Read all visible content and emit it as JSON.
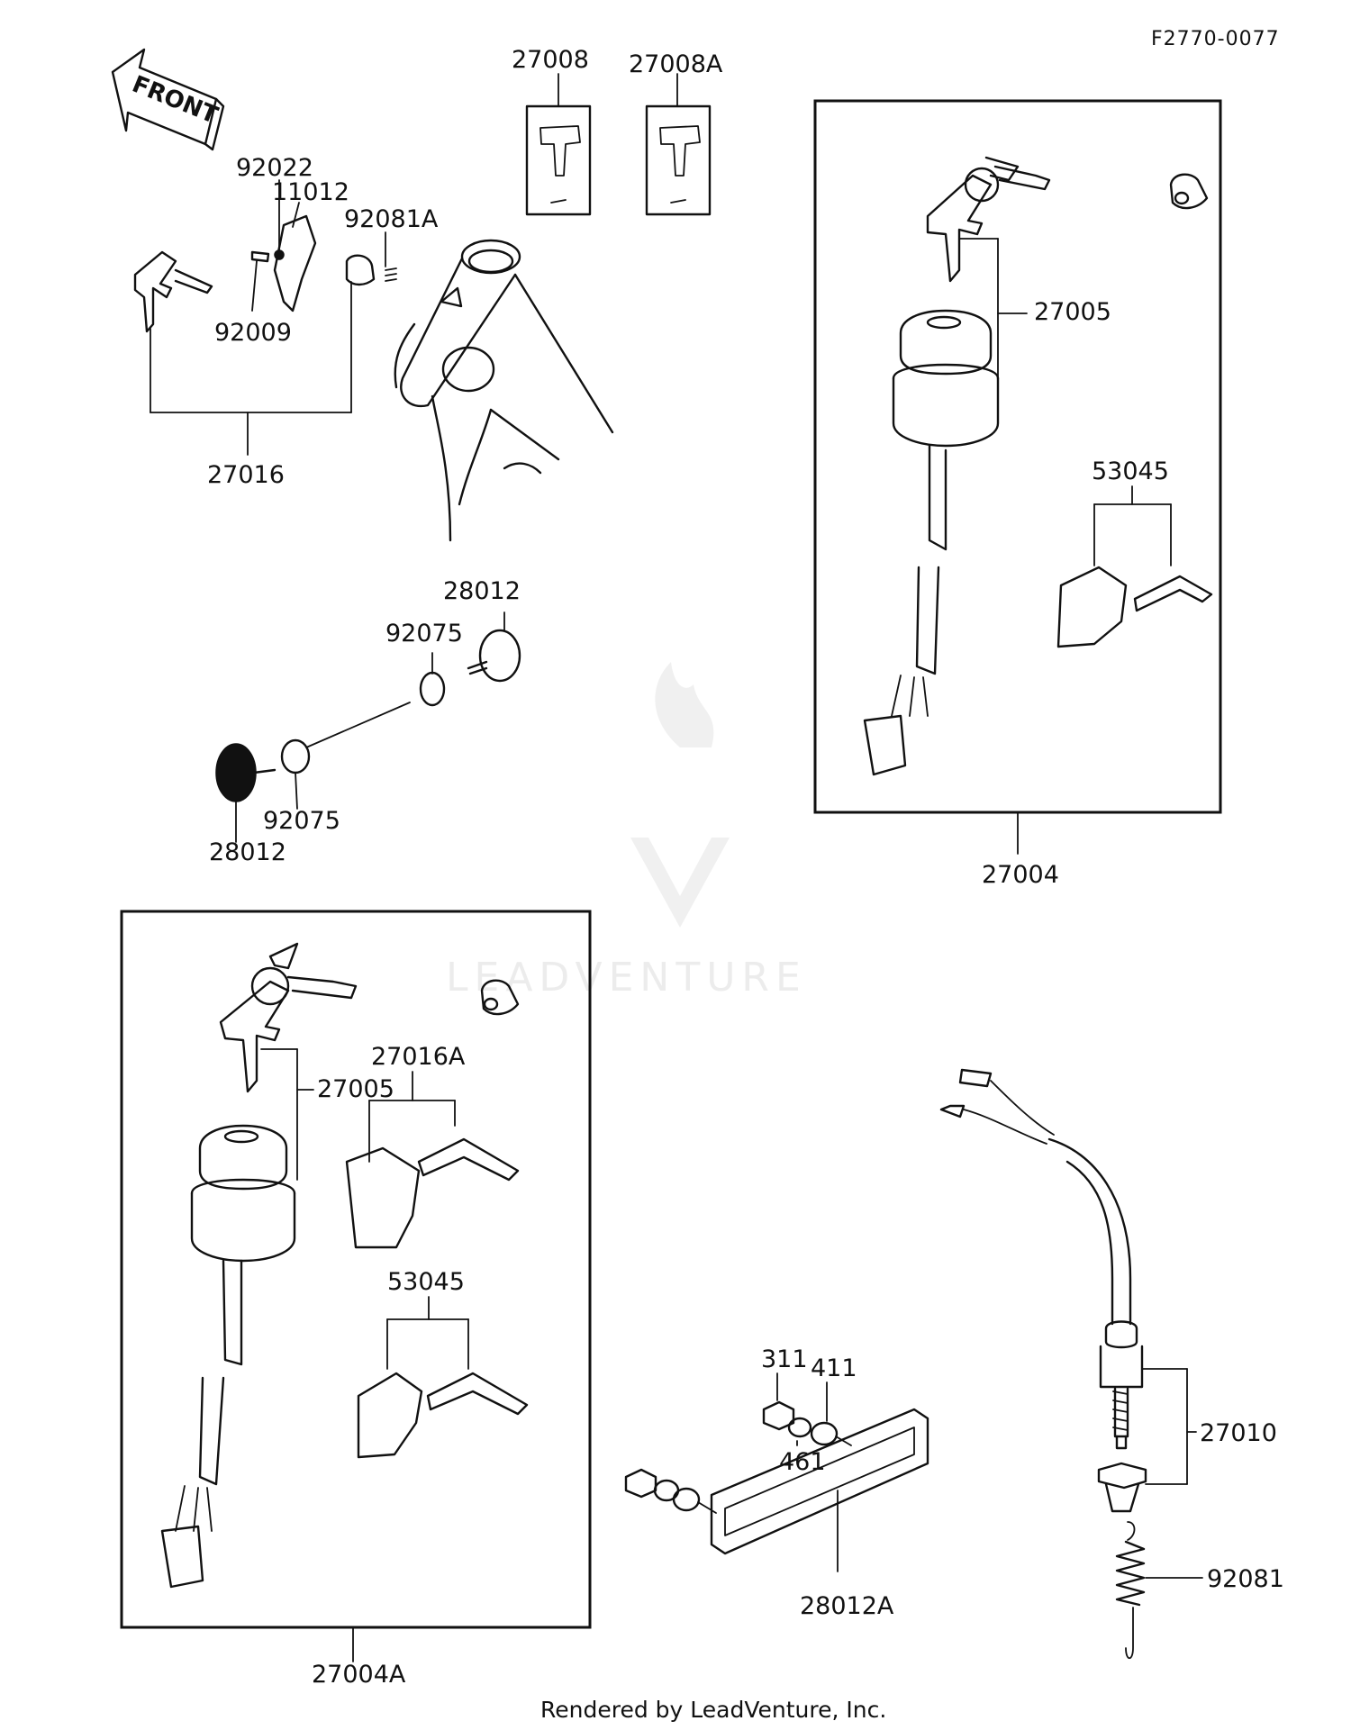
{
  "diagram_code": "F2770-0077",
  "front_label": "FRONT",
  "watermark": "LEADVENTURE",
  "credit": "Rendered by LeadVenture, Inc.",
  "callouts": {
    "c27008": "27008",
    "c27008A": "27008A",
    "c92022": "92022",
    "c11012": "11012",
    "c92081A": "92081A",
    "c92009": "92009",
    "c27016": "27016",
    "c28012_top": "28012",
    "c92075_top": "92075",
    "c92075_bottom": "92075",
    "c28012_bottom": "28012",
    "c27005_top": "27005",
    "c53045_top": "53045",
    "c27004": "27004",
    "c27016A": "27016A",
    "c27005_bottom": "27005",
    "c53045_bottom": "53045",
    "c27004A": "27004A",
    "c311": "311",
    "c411": "411",
    "c461": "461",
    "c28012A": "28012A",
    "c27010": "27010",
    "c92081": "92081"
  }
}
